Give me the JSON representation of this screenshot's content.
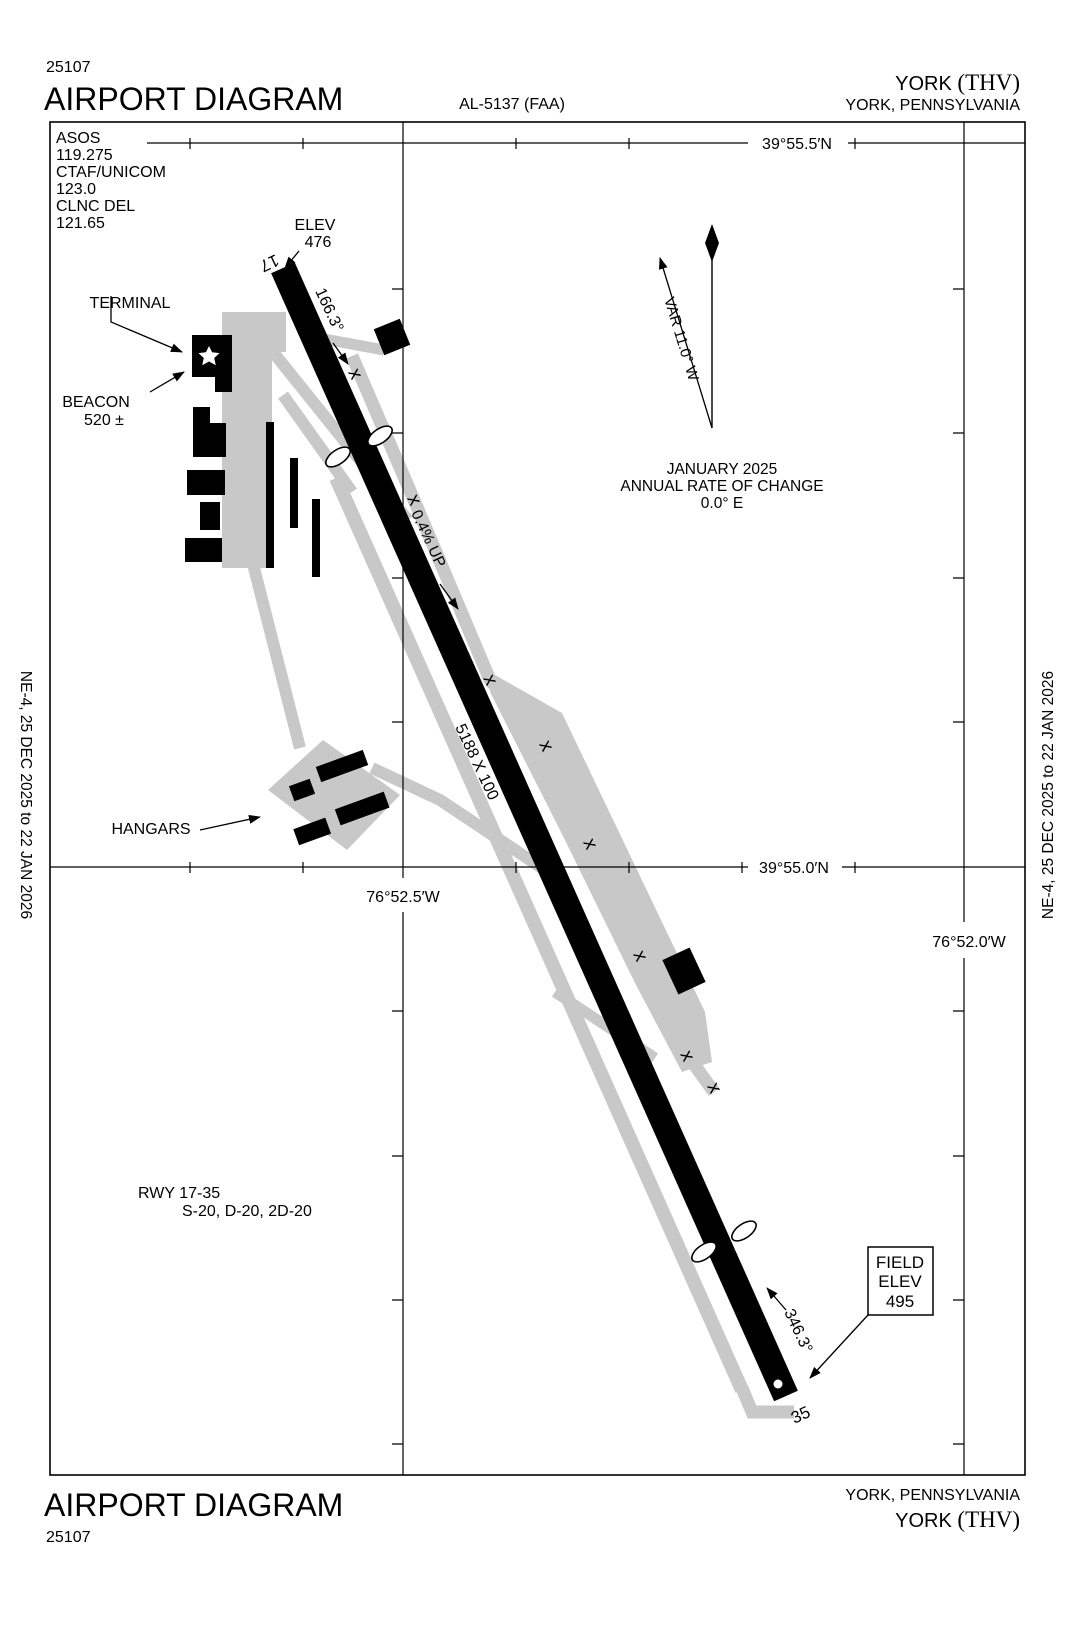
{
  "header": {
    "page_code": "25107",
    "title": "AIRPORT DIAGRAM",
    "chart_ref": "AL-5137 (FAA)",
    "airport": "YORK ",
    "airport_id": "(THV)",
    "city": "YORK, PENNSYLVANIA"
  },
  "footer": {
    "title": "AIRPORT DIAGRAM",
    "page_code": "25107",
    "city": "YORK, PENNSYLVANIA",
    "airport": "YORK ",
    "airport_id": "(THV)"
  },
  "margin": {
    "edition": "NE-4,  25 DEC 2025  to  22 JAN 2026"
  },
  "frequencies": [
    "ASOS",
    "119.275",
    "CTAF/UNICOM",
    "123.0",
    "CLNC DEL",
    "121.65"
  ],
  "grid": {
    "lat_top": "39°55.5′N",
    "lat_bottom": "39°55.0′N",
    "lon_left": "76°52.5′W",
    "lon_right": "76°52.0′W"
  },
  "compass": {
    "variation": "VAR 11.0° W",
    "date": "JANUARY 2025",
    "change_label": "ANNUAL RATE OF CHANGE",
    "change_value": "0.0° E"
  },
  "runway": {
    "num_17": "17",
    "num_35": "35",
    "hdg_17": "166.3°",
    "hdg_35": "346.3°",
    "size": "5188 X 100",
    "slope": "0.4% UP",
    "elev17_l1": "ELEV",
    "elev17_l2": "476",
    "x_mark": "x"
  },
  "features": {
    "terminal": "TERMINAL",
    "beacon_l1": "BEACON",
    "beacon_l2": "520 ±",
    "hangars": "HANGARS",
    "rwy_info_l1": "RWY 17-35",
    "rwy_info_l2": "S-20, D-20, 2D-20",
    "field_elev_l1": "FIELD",
    "field_elev_l2": "ELEV",
    "field_elev_l3": "495"
  }
}
